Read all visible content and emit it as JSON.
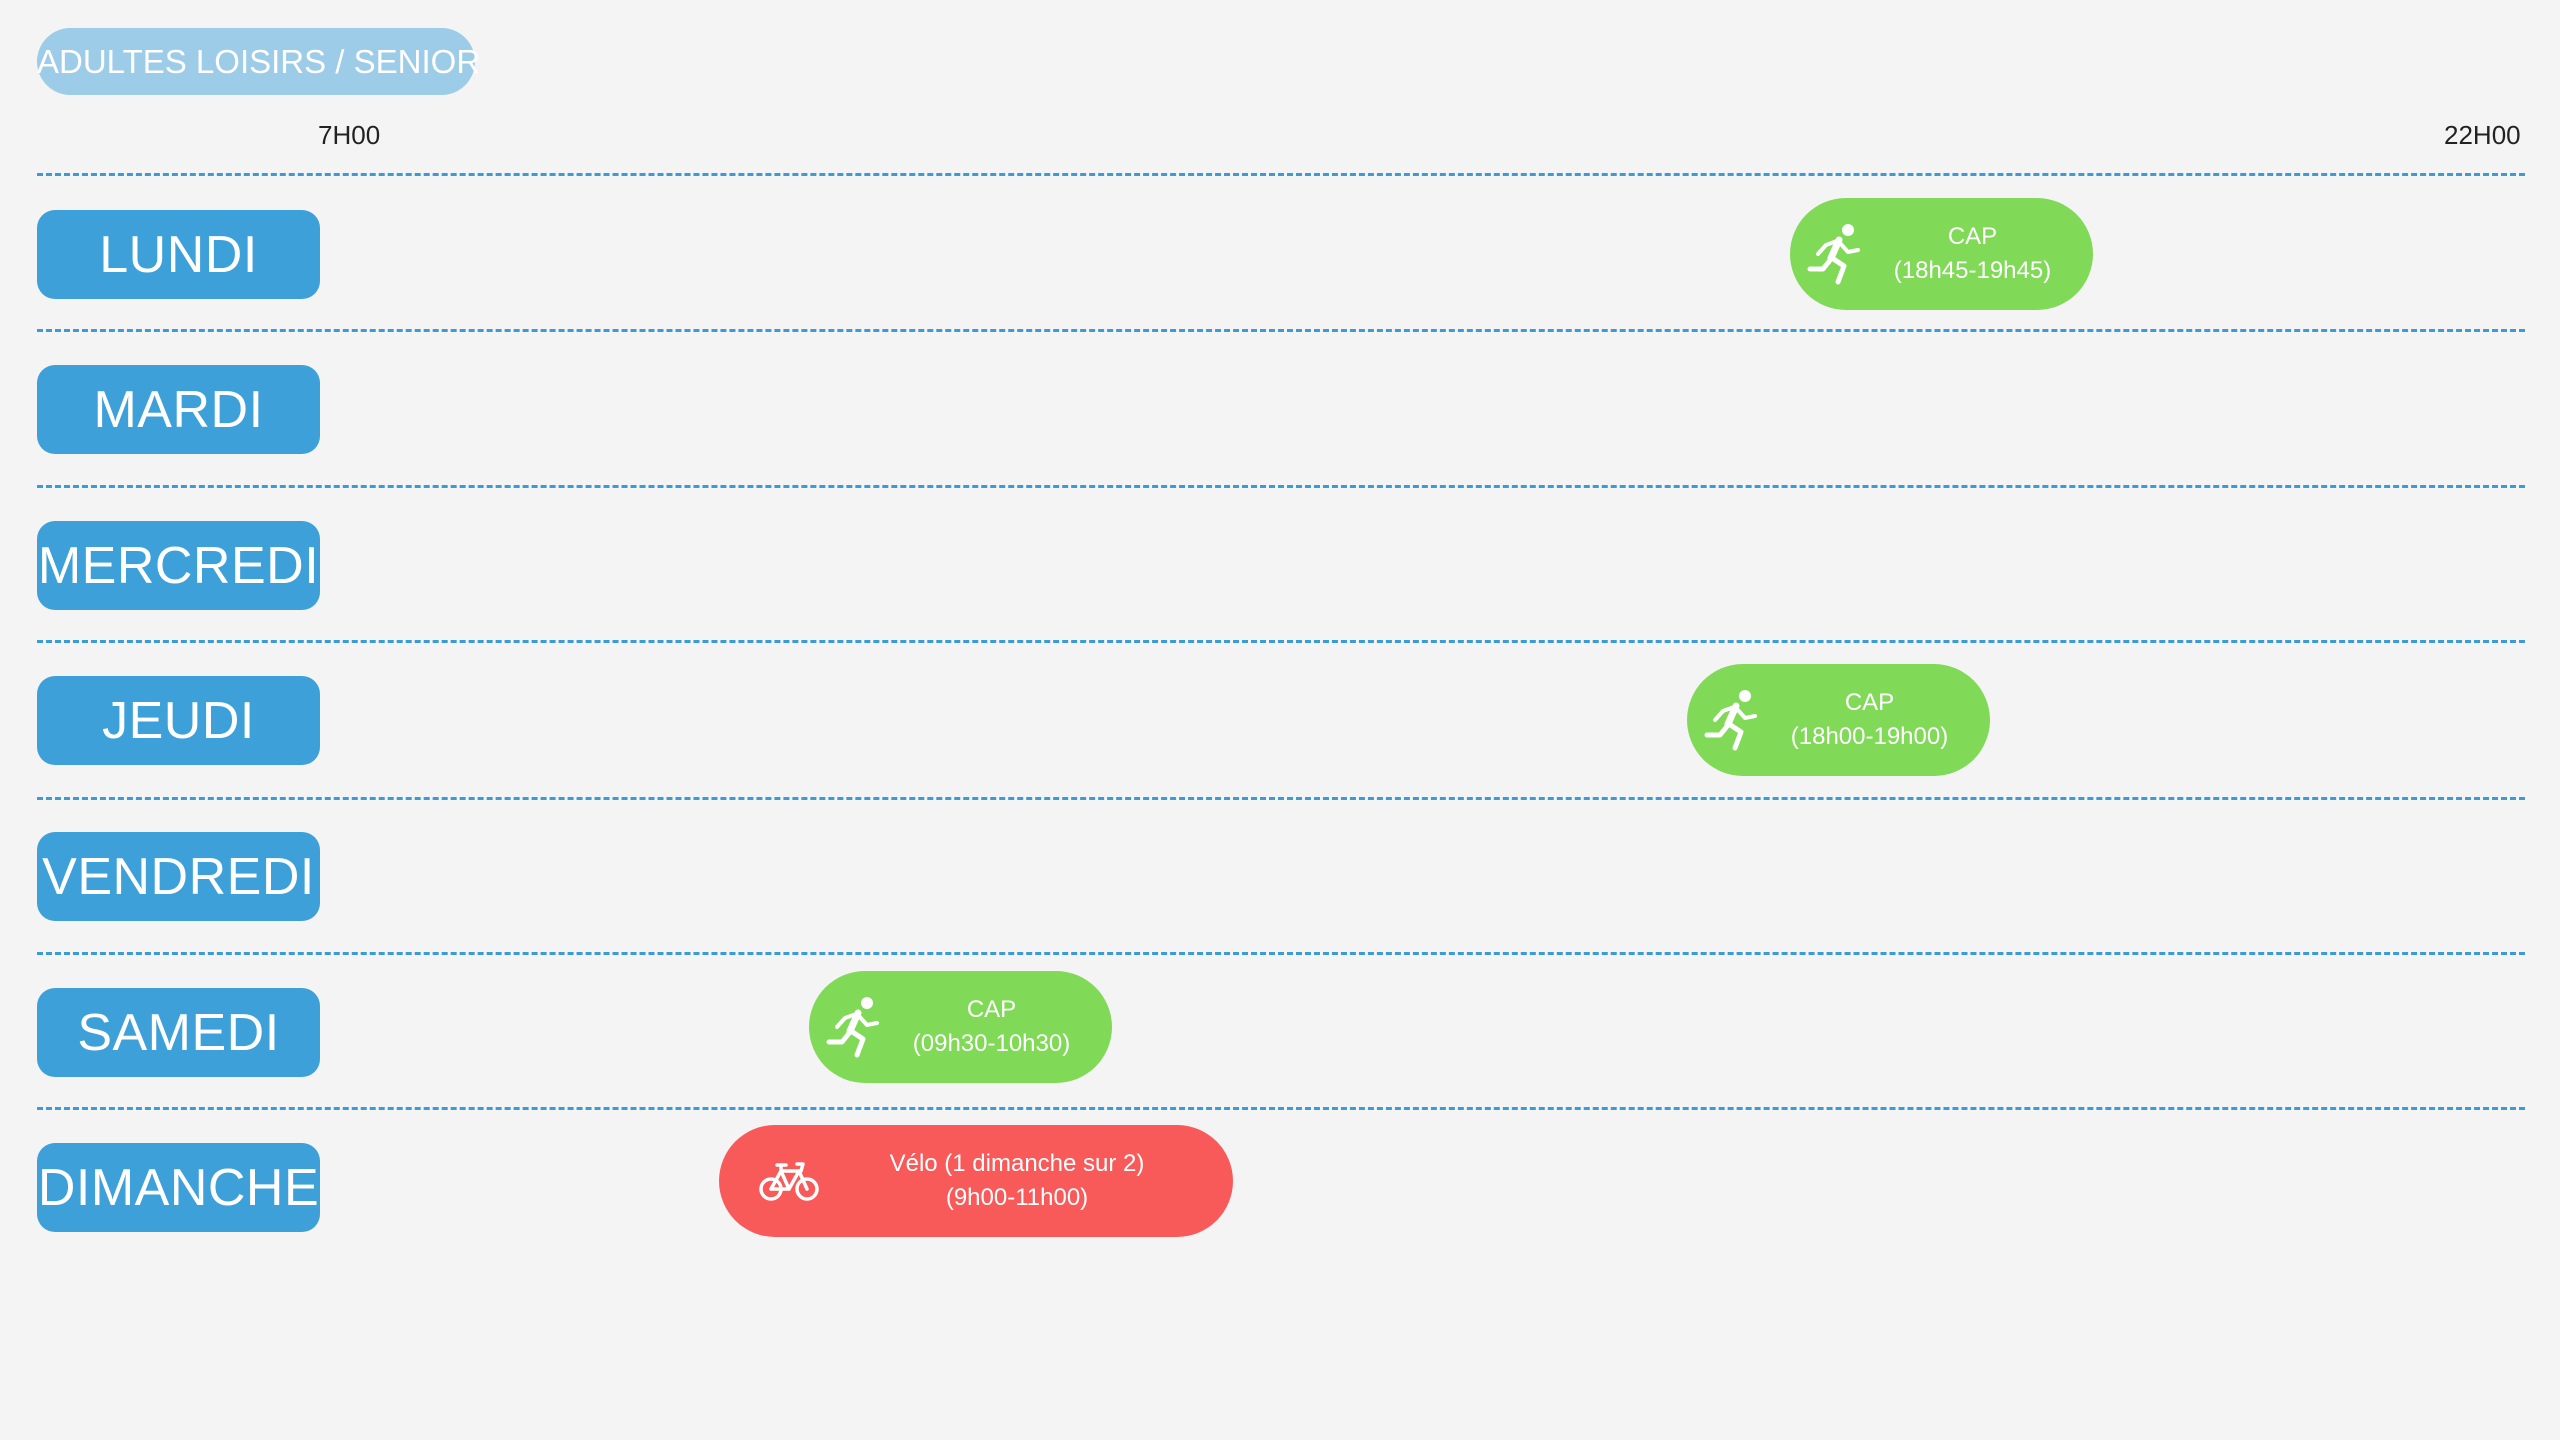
{
  "category": "ADULTES LOISIRS / SENIOR",
  "timeline": {
    "start_label": "7H00",
    "end_label": "22H00"
  },
  "days": [
    {
      "label": "LUNDI"
    },
    {
      "label": "MARDI"
    },
    {
      "label": "MERCREDI"
    },
    {
      "label": "JEUDI"
    },
    {
      "label": "VENDREDI"
    },
    {
      "label": "SAMEDI"
    },
    {
      "label": "DIMANCHE"
    }
  ],
  "activities": [
    {
      "day": "LUNDI",
      "type": "run",
      "icon": "running-person-icon",
      "title": "CAP",
      "time": "(18h45-19h45)"
    },
    {
      "day": "JEUDI",
      "type": "run",
      "icon": "running-person-icon",
      "title": "CAP",
      "time": "(18h00-19h00)"
    },
    {
      "day": "SAMEDI",
      "type": "run",
      "icon": "running-person-icon",
      "title": "CAP",
      "time": "(09h30-10h30)"
    },
    {
      "day": "DIMANCHE",
      "type": "bike",
      "icon": "bicycle-icon",
      "title": "Vélo (1 dimanche sur 2)",
      "time": "(9h00-11h00)"
    }
  ],
  "colors": {
    "day_pill": "#3ea0d9",
    "category_pill": "#9dcce8",
    "separator": "#3a9bd6",
    "run_activity": "#80d957",
    "bike_activity": "#f85a5a",
    "background": "#f4f4f4"
  }
}
